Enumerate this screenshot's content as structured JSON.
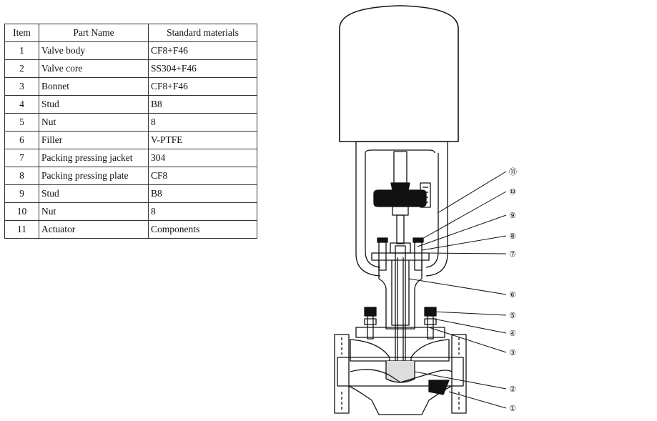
{
  "table": {
    "headers": [
      "Item",
      "Part Name",
      "Standard materials"
    ],
    "rows": [
      [
        "1",
        "Valve body",
        "CF8+F46"
      ],
      [
        "2",
        "Valve core",
        "SS304+F46"
      ],
      [
        "3",
        "Bonnet",
        "CF8+F46"
      ],
      [
        "4",
        "Stud",
        "B8"
      ],
      [
        "5",
        "Nut",
        "8"
      ],
      [
        "6",
        "Filler",
        "V-PTFE"
      ],
      [
        "7",
        "Packing pressing jacket",
        "304"
      ],
      [
        "8",
        "Packing pressing plate",
        "CF8"
      ],
      [
        "9",
        "Stud",
        "B8"
      ],
      [
        "10",
        "Nut",
        "8"
      ],
      [
        "11",
        "Actuator",
        "Components"
      ]
    ]
  },
  "callouts": [
    "⑪",
    "⑩",
    "⑨",
    "⑧",
    "⑦",
    "⑥",
    "⑤",
    "④",
    "③",
    "②",
    "①"
  ]
}
